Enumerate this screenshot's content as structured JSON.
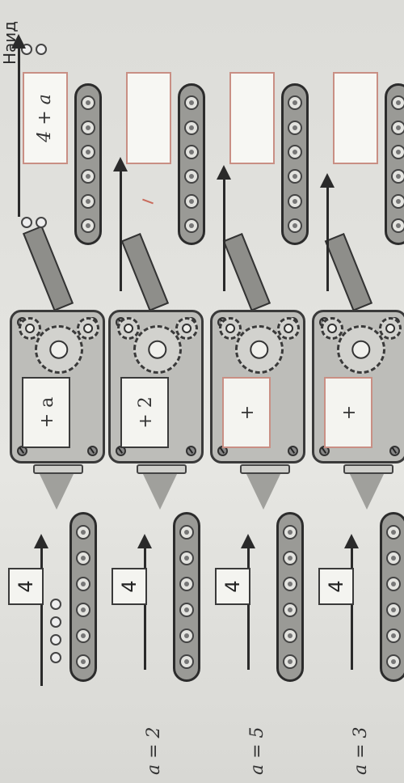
{
  "header": {
    "title_fragment": "Наид"
  },
  "rows": [
    {
      "eq_label": "",
      "input_value": "4",
      "operation": "+ a",
      "output": "4 + a"
    },
    {
      "eq_label": "a = 2",
      "input_value": "4",
      "operation": "+ 2",
      "output": ""
    },
    {
      "eq_label": "a = 5",
      "input_value": "4",
      "operation": "+",
      "output": ""
    },
    {
      "eq_label": "a = 3",
      "input_value": "4",
      "operation": "+",
      "output": ""
    }
  ],
  "colors": {
    "paper": "#e2e2de",
    "ink": "#2a2a2a",
    "answer_border": "#c98f84"
  }
}
